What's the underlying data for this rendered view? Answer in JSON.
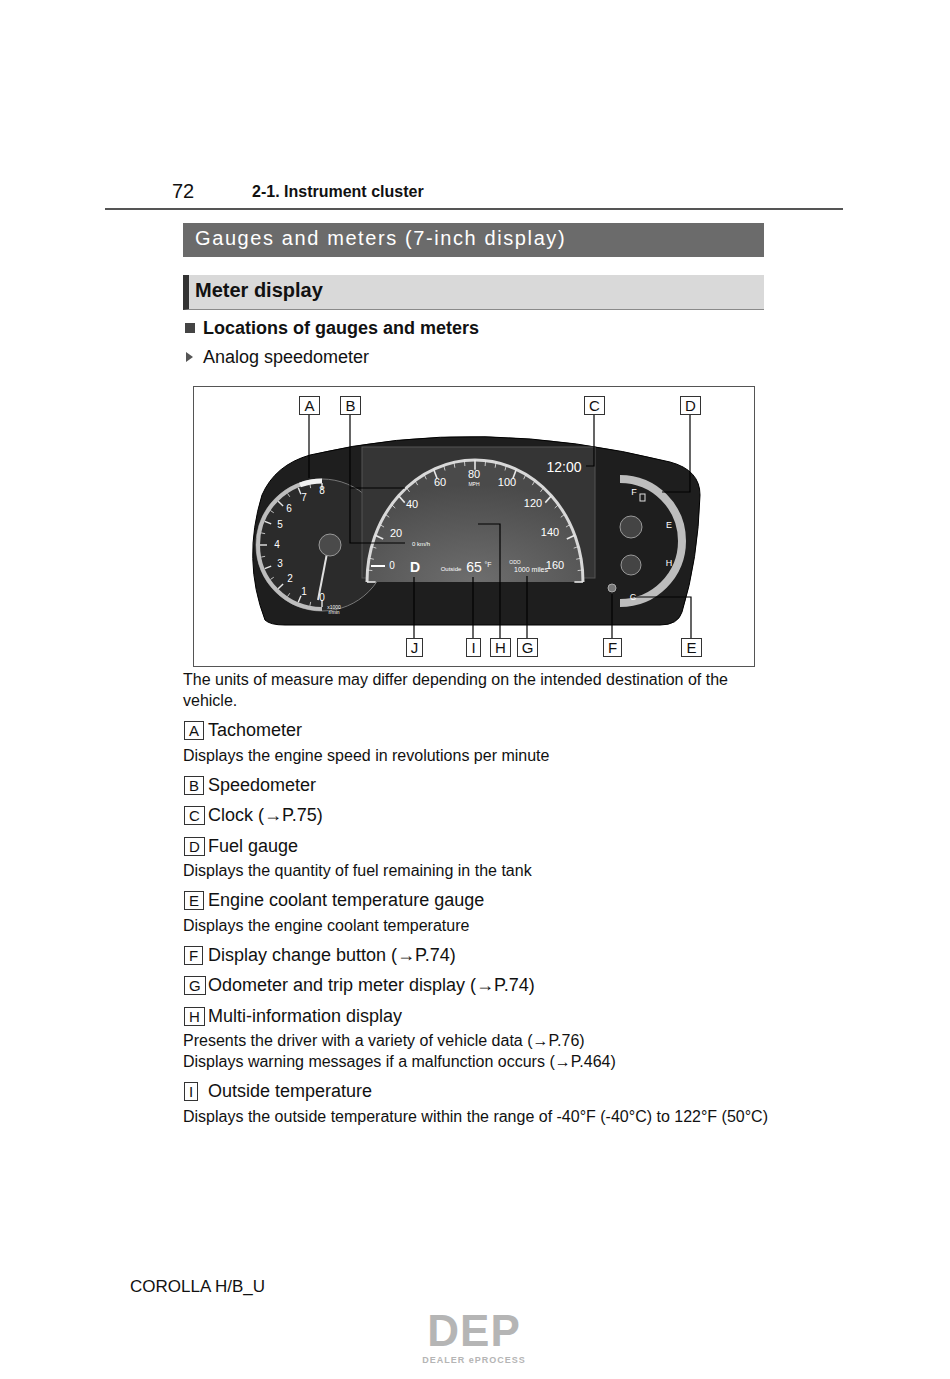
{
  "diagram": {
    "title": "Gauges and meters (7-inch display)",
    "nodes": [
      {
        "text": [
          "Meter display"
        ]
      },
      {
        "text": [
          "A"
        ]
      },
      {
        "text": [
          "B"
        ]
      },
      {
        "text": [
          "C"
        ]
      },
      {
        "text": [
          "D"
        ]
      },
      {
        "text": [
          "J"
        ]
      },
      {
        "text": [
          "I"
        ]
      },
      {
        "text": [
          "H"
        ]
      },
      {
        "text": [
          "G"
        ]
      },
      {
        "text": [
          "F"
        ]
      },
      {
        "text": [
          "E"
        ]
      },
      {
        "text": [
          "A"
        ]
      },
      {
        "text": [
          "B"
        ]
      },
      {
        "text": [
          "C"
        ]
      },
      {
        "text": [
          "D"
        ]
      },
      {
        "text": [
          "E"
        ]
      },
      {
        "text": [
          "F"
        ]
      },
      {
        "text": [
          "G"
        ]
      },
      {
        "text": [
          "H"
        ]
      },
      {
        "text": [
          "I"
        ]
      }
    ],
    "labels": [
      "72",
      "2-1. Instrument cluster",
      "Locations of gauges and meters",
      "Analog speedometer",
      "8",
      "7",
      "6",
      "5",
      "4",
      "3",
      "2",
      "1",
      "0",
      "x1000 r/min",
      "0",
      "20",
      "0 km/h",
      "40",
      "60",
      "80",
      "MPH",
      "100",
      "120",
      "140",
      "160",
      "12:00",
      "D",
      "Outside",
      "65",
      "°F",
      "ODO",
      "1000 miles",
      "F",
      "E",
      "H",
      "C",
      "The units of measure may differ depending on the intended destination of the vehicle.",
      "Tachometer",
      "Displays the engine speed in revolutions per minute",
      "Speedometer",
      "Clock (→P.75)",
      "Fuel gauge",
      "Displays the quantity of fuel remaining in the tank",
      "Engine coolant temperature gauge",
      "Displays the engine coolant temperature",
      "Display change button (→P.74)",
      "Odometer and trip meter display (→P.74)",
      "Multi-information display",
      "Presents the driver with a variety of vehicle data (→P.76)",
      "Displays warning messages if a malfunction occurs (→P.464)",
      "Outside temperature",
      "Displays the outside temperature within the range of -40°F (-40°C) to 122°F (50°C)",
      "COROLLA H/B_U",
      "DEP",
      "DEALER ePROCESS"
    ]
  }
}
